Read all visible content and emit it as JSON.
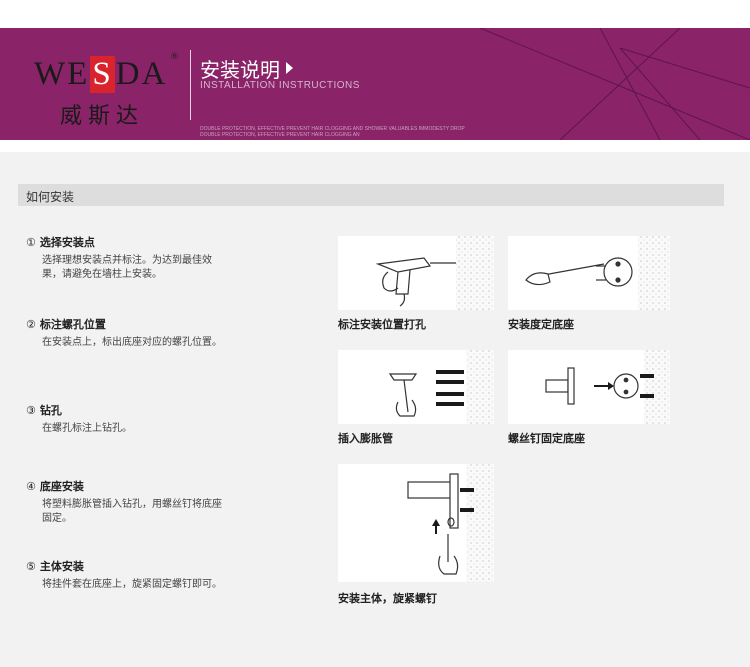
{
  "header": {
    "logo_left": "WE",
    "logo_s": "S",
    "logo_right": "DA",
    "logo_registered": "®",
    "logo_cn": "威斯达",
    "title": "安装说明",
    "subtitle": "INSTALLATION INSTRUCTIONS",
    "fine_line_1": "DOUBLE PROTECTION, EFFECTIVE PREVENT HAIR CLOGGING AND SHOWER VALUABLES IMMODESTY DROP",
    "fine_line_2": "DOUBLE PROTECTION, EFFECTIVE PREVENT HAIR CLOGGING AN",
    "colors": {
      "banner": "#8a2368",
      "logo_s": "#d9232d"
    }
  },
  "section": {
    "title": "如何安装"
  },
  "steps": [
    {
      "num": "①",
      "title": "选择安装点",
      "desc": "选择理想安装点并标注。为达到最佳效果，请避免在墙柱上安装。"
    },
    {
      "num": "②",
      "title": "标注螺孔位置",
      "desc": "在安装点上，标出底座对应的螺孔位置。"
    },
    {
      "num": "③",
      "title": "钻孔",
      "desc": "在螺孔标注上钻孔。"
    },
    {
      "num": "④",
      "title": "底座安装",
      "desc": "将塑料膨胀管插入钻孔，用螺丝钉将底座固定。"
    },
    {
      "num": "⑤",
      "title": "主体安装",
      "desc": "将挂件套在底座上，旋紧固定螺钉即可。"
    }
  ],
  "illustrations": [
    {
      "caption": "标注安装位置打孔",
      "icon": "drill-icon"
    },
    {
      "caption": "安装度定底座",
      "icon": "screwdriver-icon"
    },
    {
      "caption": "插入膨胀管",
      "icon": "hammer-icon"
    },
    {
      "caption": "螺丝钉固定底座",
      "icon": "base-mount-icon"
    },
    {
      "caption": "安装主体，旋紧螺钉",
      "icon": "tighten-screw-icon"
    }
  ]
}
